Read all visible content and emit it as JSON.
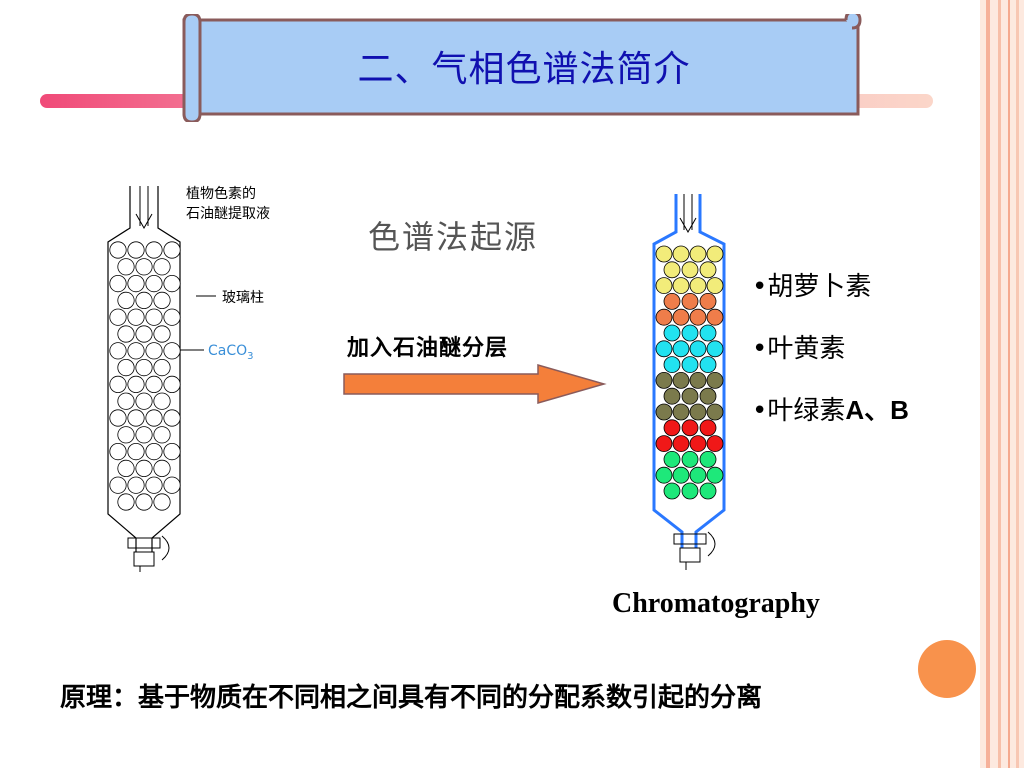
{
  "slide": {
    "title": "二、气相色谱法简介",
    "subtitle": "色谱法起源",
    "process_label": "加入石油醚分层",
    "left_column": {
      "feed_label_line1": "植物色素的",
      "feed_label_line2": "石油醚提取液",
      "glass_label": "玻璃柱",
      "packing_label": "CaCO",
      "packing_subscript": "3"
    },
    "pigments": [
      {
        "bullet": "•",
        "name": "胡萝卜素",
        "suffix": ""
      },
      {
        "bullet": "•",
        "name": "叶黄素",
        "suffix": ""
      },
      {
        "bullet": "•",
        "name": "叶绿素",
        "suffix": "A、B"
      }
    ],
    "caption": "Chromatography",
    "principle": "原理：基于物质在不同相之间具有不同的分配系数引起的分离"
  },
  "colors": {
    "title_text": "#1010b0",
    "banner_fill": "#a8ccf5",
    "column_glass": "#2a78ff",
    "arrow_fill": "#f47f3a",
    "band_yellow": "#f2ec7a",
    "band_orange": "#ef7d4a",
    "band_cyan": "#22e2f0",
    "band_olive": "#7b7a4c",
    "band_red": "#f01818",
    "band_green": "#1ee87a"
  }
}
